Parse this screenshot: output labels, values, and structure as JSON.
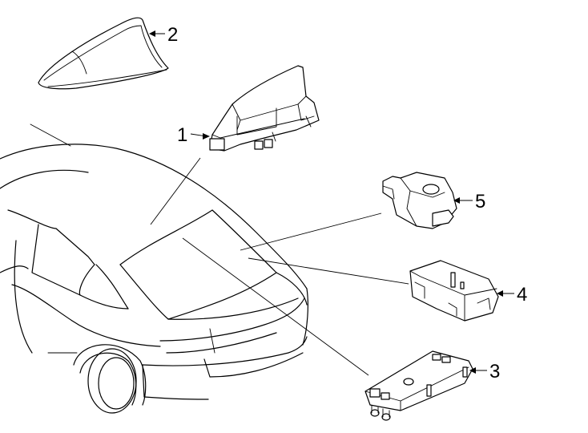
{
  "diagram": {
    "callouts": [
      {
        "id": "callout-1",
        "label": "1"
      },
      {
        "id": "callout-2",
        "label": "2"
      },
      {
        "id": "callout-3",
        "label": "3"
      },
      {
        "id": "callout-4",
        "label": "4"
      },
      {
        "id": "callout-5",
        "label": "5"
      }
    ],
    "colors": {
      "line": "#000000",
      "background": "#ffffff"
    }
  }
}
